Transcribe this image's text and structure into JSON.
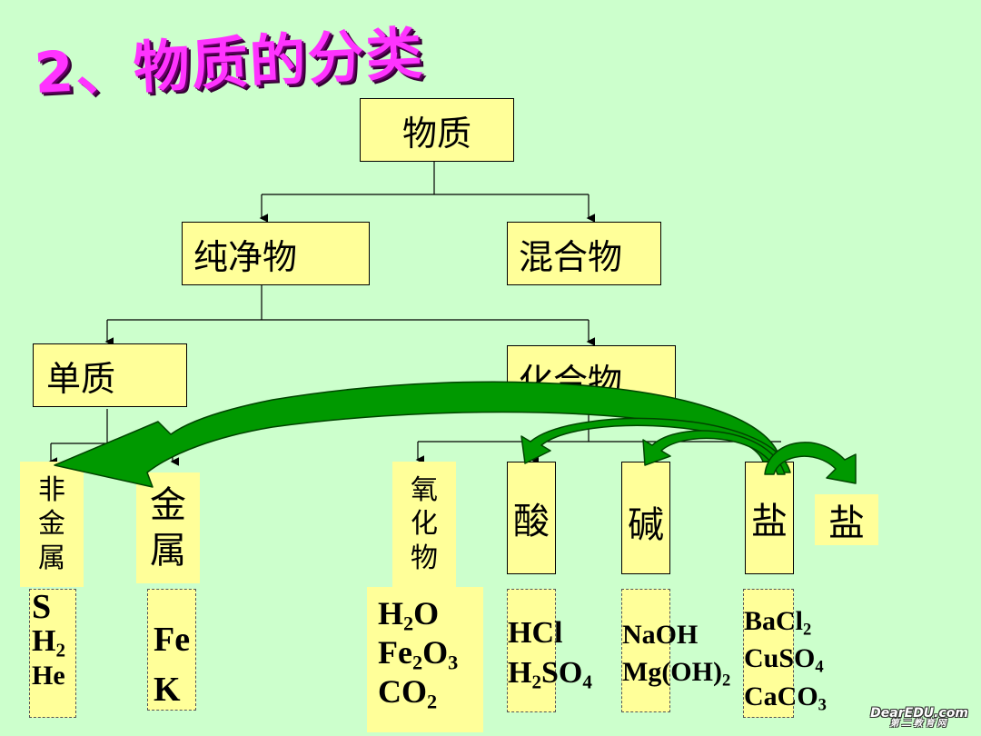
{
  "title": "2、物质的分类",
  "nodes": {
    "root": "物质",
    "pure": "纯净物",
    "mixture": "混合物",
    "element": "单质",
    "compound": "化合物",
    "nonmetal": [
      "非",
      "金",
      "属"
    ],
    "metal": [
      "金",
      "属"
    ],
    "oxide": [
      "氧",
      "化",
      "物"
    ],
    "acid": "酸",
    "base": "碱",
    "salt": "盐",
    "salt2": "盐"
  },
  "examples": {
    "nonmetal": [
      {
        "t": "S"
      },
      {
        "t": "H",
        "sub": "2"
      },
      {
        "t": "He"
      }
    ],
    "metal": [
      "Fe",
      "K"
    ],
    "oxide": [
      {
        "parts": [
          [
            "H",
            ""
          ],
          [
            "2",
            "sub"
          ],
          [
            "O",
            ""
          ]
        ]
      },
      {
        "parts": [
          [
            "Fe",
            ""
          ],
          [
            "2",
            "sub"
          ],
          [
            "O",
            ""
          ],
          [
            "3",
            "sub"
          ]
        ]
      },
      {
        "parts": [
          [
            "CO",
            ""
          ],
          [
            "2",
            "sub"
          ]
        ]
      }
    ],
    "acid": [
      {
        "parts": [
          [
            "HCl",
            ""
          ]
        ]
      },
      {
        "parts": [
          [
            "H",
            ""
          ],
          [
            "2",
            "sub"
          ],
          [
            "SO",
            ""
          ],
          [
            "4",
            "sub"
          ]
        ]
      }
    ],
    "base": [
      {
        "parts": [
          [
            "NaOH",
            ""
          ]
        ]
      },
      {
        "parts": [
          [
            "Mg(OH)",
            ""
          ],
          [
            "2",
            "sub"
          ]
        ]
      }
    ],
    "salt": [
      {
        "parts": [
          [
            "BaCl",
            ""
          ],
          [
            "2",
            "sub"
          ]
        ]
      },
      {
        "parts": [
          [
            "CuSO",
            ""
          ],
          [
            "4",
            "sub"
          ]
        ]
      },
      {
        "parts": [
          [
            "CaCO",
            ""
          ],
          [
            "3",
            "sub"
          ]
        ]
      }
    ]
  },
  "watermark": {
    "line1": "DearEDU.com",
    "line2": "第二教育网"
  },
  "colors": {
    "box": "#ffff99",
    "background": "#ccffcc",
    "arrow": "#009900",
    "title": "#ff33ff"
  }
}
